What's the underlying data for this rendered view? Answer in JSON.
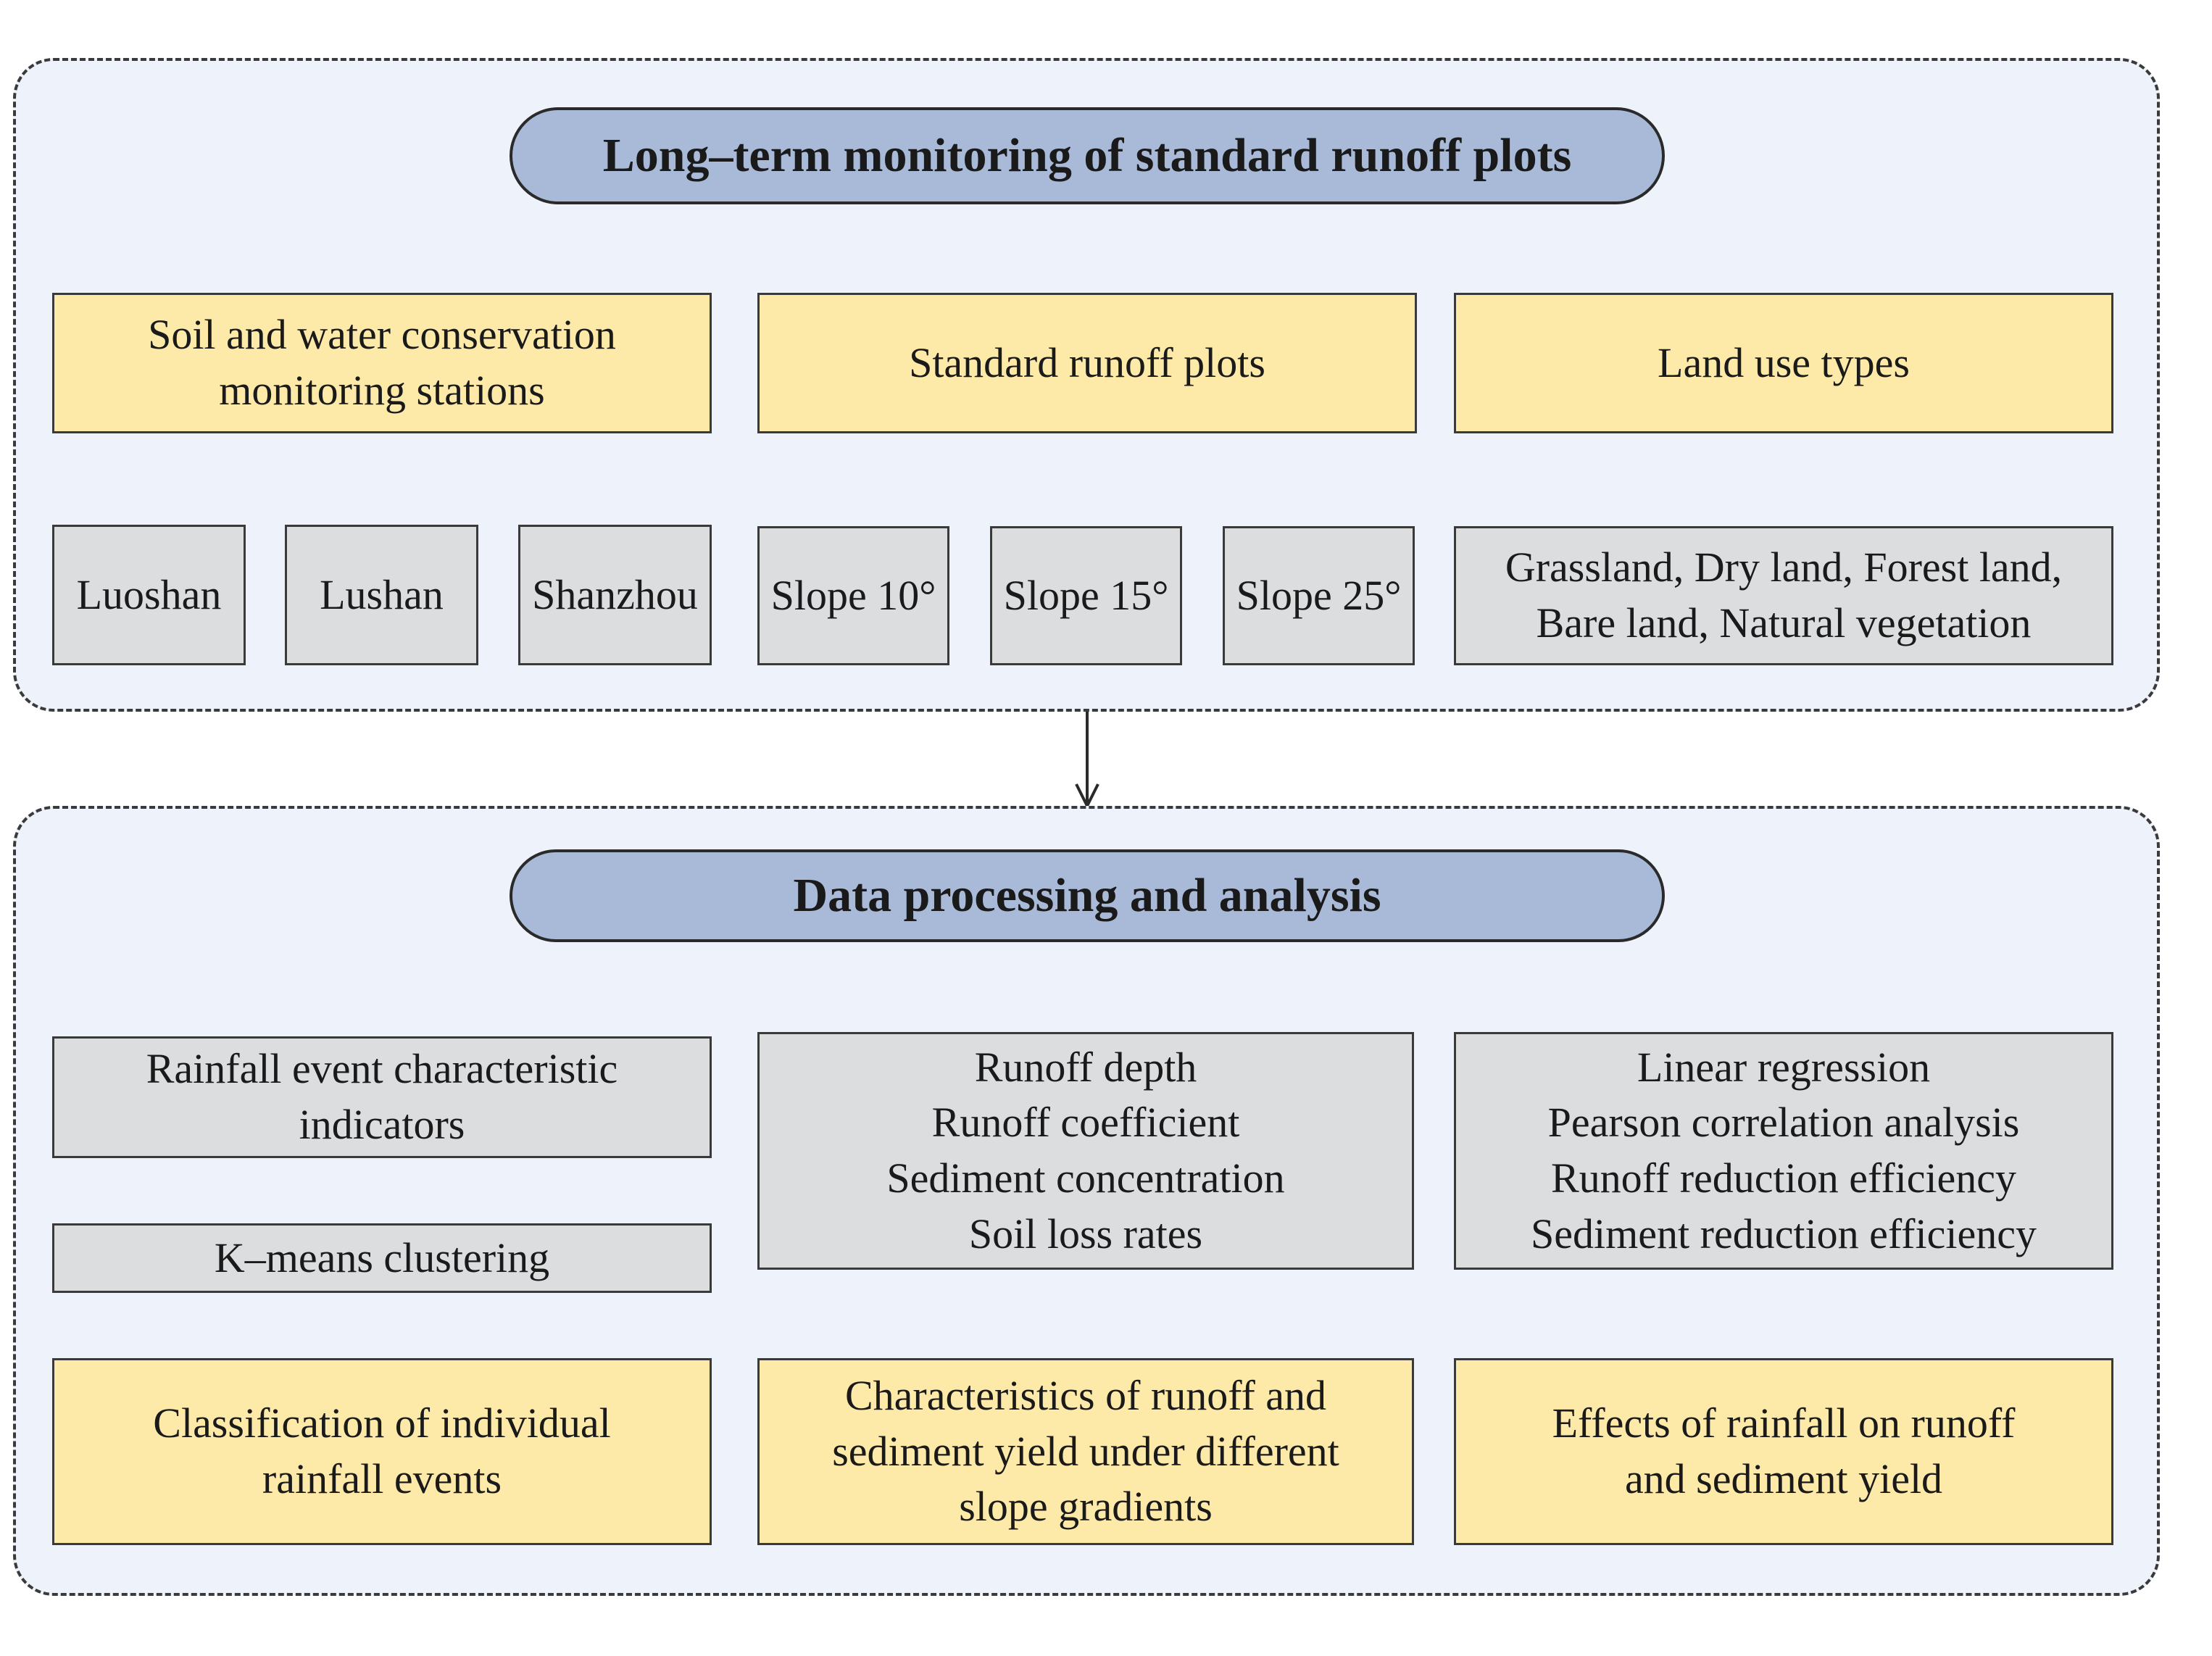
{
  "monitoring": {
    "title": "Long–term monitoring of standard runoff plots",
    "categories": [
      {
        "lines": [
          "Soil and water conservation",
          "monitoring stations"
        ],
        "items": [
          [
            "Luoshan"
          ],
          [
            "Lushan"
          ],
          [
            "Shanzhou"
          ]
        ]
      },
      {
        "lines": [
          "Standard runoff plots"
        ],
        "items": [
          [
            "Slope 10°"
          ],
          [
            "Slope 15°"
          ],
          [
            "Slope 25°"
          ]
        ]
      },
      {
        "lines": [
          "Land use types"
        ],
        "items": [
          [
            "Grassland, Dry land, Forest land,",
            "Bare land, Natural vegetation"
          ]
        ]
      }
    ]
  },
  "analysis": {
    "title": "Data processing and analysis",
    "rainfall_indicators": [
      "Rainfall event characteristic",
      "indicators"
    ],
    "kmeans": [
      "K–means clustering"
    ],
    "runoff_metrics": [
      "Runoff depth",
      "Runoff coefficient",
      "Sediment concentration",
      "Soil loss rates"
    ],
    "methods": [
      "Linear regression",
      "Pearson correlation analysis",
      "Runoff  reduction efficiency",
      "Sediment reduction efficiency"
    ],
    "outcomes": [
      [
        "Classification of individual",
        "rainfall events"
      ],
      [
        "Characteristics of runoff and",
        "sediment yield under different",
        "slope gradients"
      ],
      [
        "Effects of rainfall on runoff",
        "and sediment yield"
      ]
    ]
  },
  "colors": {
    "panel_fill": "#eef2fb",
    "title_fill": "#a9bad8",
    "category_fill": "#fde9a8",
    "item_fill": "#dcdddf",
    "line": "#2a2a2a"
  }
}
